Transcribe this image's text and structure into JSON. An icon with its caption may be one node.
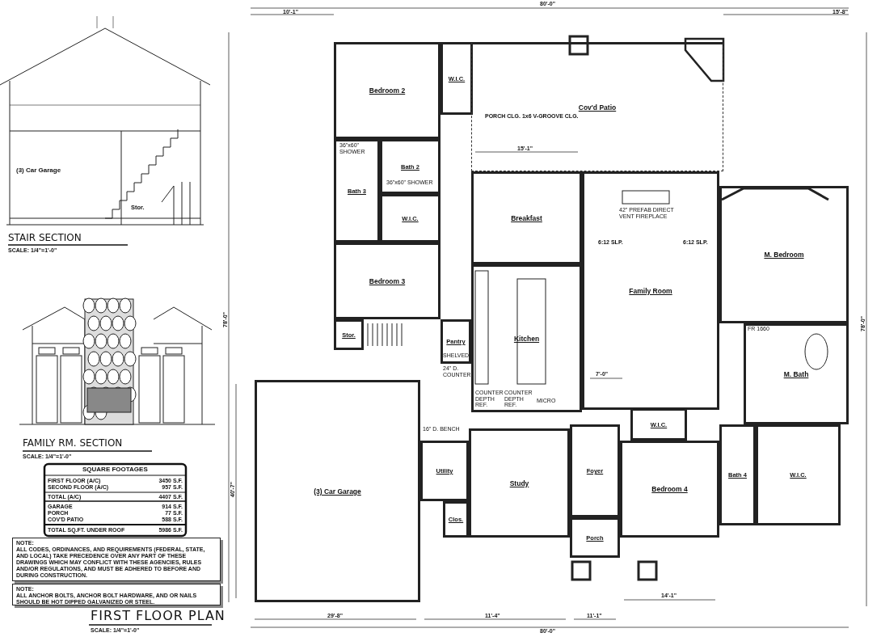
{
  "diagram": {
    "title": "FIRST FLOOR PLAN",
    "nodes": [
      {
        "text": [
          "Bedroom 2"
        ]
      },
      {
        "text": [
          "W.I.C."
        ]
      },
      {
        "text": [
          "Cov'd Patio"
        ]
      },
      {
        "text": [
          "Bath 3"
        ]
      },
      {
        "text": [
          "Bath 2"
        ]
      },
      {
        "text": [
          "W.I.C."
        ]
      },
      {
        "text": [
          "Breakfast"
        ]
      },
      {
        "text": [
          "Family Room"
        ]
      },
      {
        "text": [
          "M. Bedroom"
        ]
      },
      {
        "text": [
          "Bedroom 3"
        ]
      },
      {
        "text": [
          "Stor."
        ]
      },
      {
        "text": [
          "Pantry"
        ]
      },
      {
        "text": [
          "Kitchen"
        ]
      },
      {
        "text": [
          "M. Bath"
        ]
      },
      {
        "text": [
          "(3) Car Garage"
        ]
      },
      {
        "text": [
          "Utility"
        ]
      },
      {
        "text": [
          "Clos."
        ]
      },
      {
        "text": [
          "Study"
        ]
      },
      {
        "text": [
          "Foyer"
        ]
      },
      {
        "text": [
          "Porch"
        ]
      },
      {
        "text": [
          "W.I.C."
        ]
      },
      {
        "text": [
          "Bedroom 4"
        ]
      },
      {
        "text": [
          "Bath 4"
        ]
      },
      {
        "text": [
          "W.I.C."
        ]
      },
      {
        "text": [
          "NOTE:",
          "ALL CODES, ORDINANCES, AND REQUIREMENTS (FEDERAL, STATE, AND LOCAL) TAKE PRECEDENCE OVER ANY PART OF THESE DRAWINGS WHICH MAY CONFLICT WITH THESE AGENCIES, RULES AND/OR REGULATIONS, AND MUST BE ADHERED TO BEFORE AND DURING CONSTRUCTION."
        ]
      },
      {
        "text": [
          "NOTE:",
          "ALL ANCHOR BOLTS, ANCHOR BOLT HARDWARE, AND OR NAILS SHOULD BE HOT DIPPED GALVANIZED OR STEEL."
        ]
      }
    ],
    "labels": [
      "STAIR SECTION",
      "SCALE: 1/4\"=1'-0\"",
      "(3) Car Garage",
      "Stor.",
      "FAMILY RM. SECTION",
      "SCALE: 1/4\"=1'-0\"",
      "SQUARE FOOTAGES",
      "FIRST FLOOR (A/C)",
      "3450 S.F.",
      "SECOND FLOOR (A/C)",
      "957 S.F.",
      "TOTAL (A/C)",
      "4407 S.F.",
      "GARAGE",
      "914 S.F.",
      "PORCH",
      "77 S.F.",
      "COV'D PATIO",
      "588 S.F.",
      "TOTAL SQ.FT. UNDER ROOF",
      "5986 S.F.",
      "SCALE: 1/4\"=1'-0\"",
      "PORCH CLG. 1x6 V-GROOVE CLG.",
      "6:12 SLP.",
      "6:12 SLP.",
      "42\" PREFAB DIRECT VENT FIREPLACE",
      "SHELVED",
      "24\" D. COUNTER",
      "16\" D. BENCH",
      "COUNTER DEPTH REF.",
      "COUNTER DEPTH REF.",
      "MICRO",
      "36\"x60\" SHOWER",
      "36\"x60\" SHOWER",
      "FR 1660",
      "80'-0\"",
      "10'-1\"",
      "15'-8\"",
      "15'-1\"",
      "7'-0\"",
      "80'-0\"",
      "29'-8\"",
      "11'-4\"",
      "11'-1\"",
      "14'-1\"",
      "78'-0\"",
      "78'-0\"",
      "40'-7\""
    ]
  }
}
